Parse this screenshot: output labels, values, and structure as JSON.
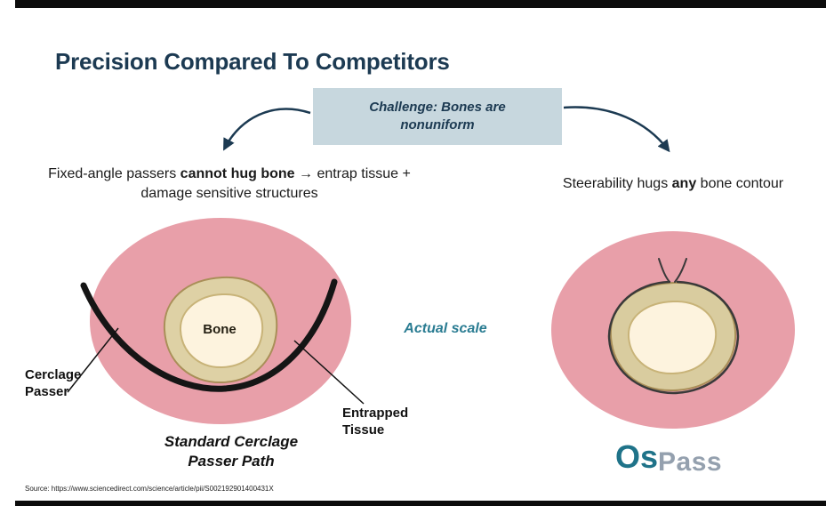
{
  "page": {
    "title": "Precision Compared To Competitors",
    "challenge": {
      "text": "Challenge: Bones are nonuniform"
    },
    "left_claim": {
      "pre": "Fixed-angle passers ",
      "bold": "cannot hug bone",
      "post": " → entrap tissue + damage sensitive structures"
    },
    "right_claim": {
      "pre": "Steerability hugs ",
      "bold": "any",
      "post": " bone contour"
    },
    "left_figure": {
      "bone_label": "Bone",
      "passer_label": "Cerclage Passer",
      "entrapped_label": "Entrapped Tissue",
      "caption": "Standard Cerclage Passer Path"
    },
    "scale_note": "Actual scale",
    "logo": {
      "os": "Os",
      "pass": "Pass"
    },
    "source": "Source: https://www.sciencedirect.com/science/article/pii/S002192901400431X",
    "colors": {
      "title_navy": "#1c3a52",
      "challenge_bg": "#c7d7de",
      "tissue_pink": "#e89fa9",
      "bone_outer_tan": "#ded1a5",
      "bone_inner_cream": "#fdf3de",
      "wire_black": "#151515",
      "scale_teal": "#2a7c92",
      "logo_teal": "#1f7389",
      "logo_gray": "#94a0ae"
    }
  }
}
